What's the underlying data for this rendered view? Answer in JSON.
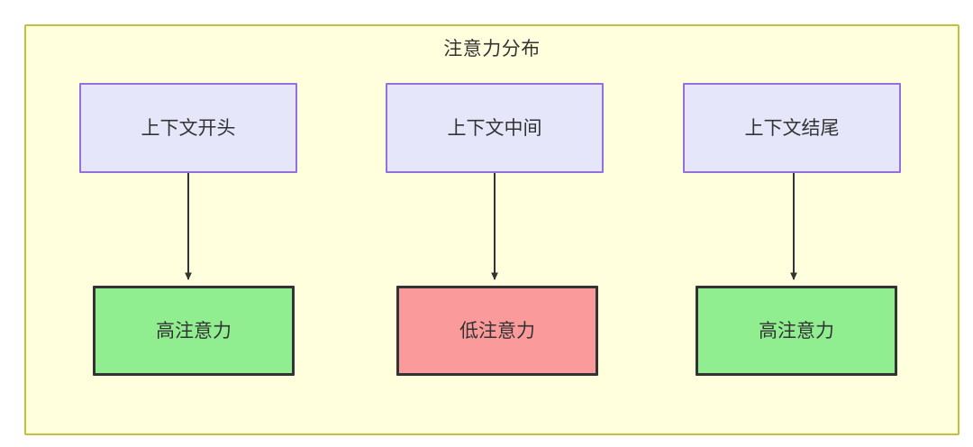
{
  "diagram": {
    "title": "注意力分布",
    "background_color": "#ffffdd",
    "border_color": "#c3c13c",
    "source_node_fill": "#e6e6fa",
    "source_node_border": "#9370db",
    "high_attention_fill": "#90ee90",
    "low_attention_fill": "#fb9a9a",
    "outcome_node_border": "#333333",
    "edge_color": "#333333",
    "source_nodes": [
      {
        "label": "上下文开头"
      },
      {
        "label": "上下文中间"
      },
      {
        "label": "上下文结尾"
      }
    ],
    "outcome_nodes": [
      {
        "label": "高注意力",
        "level": "high"
      },
      {
        "label": "低注意力",
        "level": "low"
      },
      {
        "label": "高注意力",
        "level": "high"
      }
    ],
    "edges": [
      {
        "from": "上下文开头",
        "to": "高注意力"
      },
      {
        "from": "上下文中间",
        "to": "低注意力"
      },
      {
        "from": "上下文结尾",
        "to": "高注意力"
      }
    ]
  }
}
